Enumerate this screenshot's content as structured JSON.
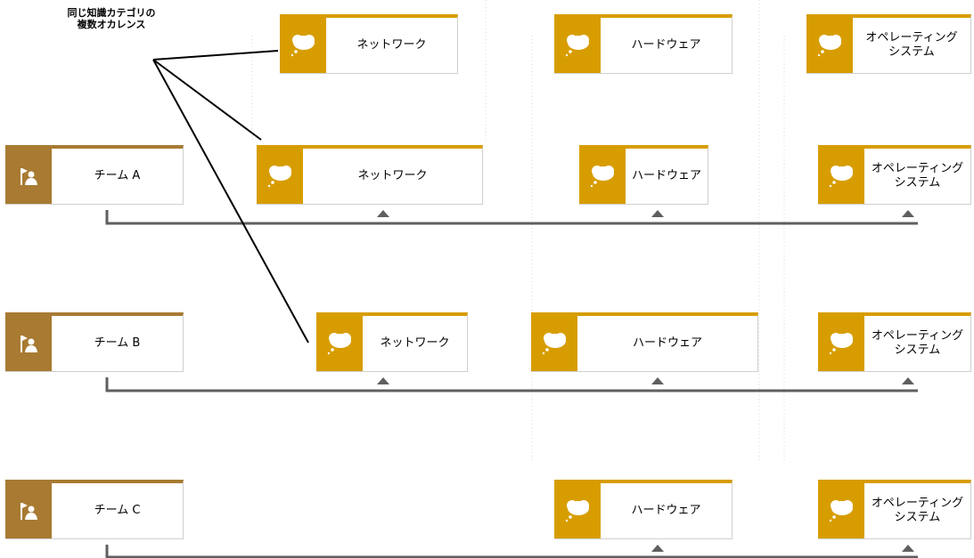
{
  "callout_text": "同じ知識カテゴリの\n複数オカレンス",
  "colors": {
    "knowledge": "#d79d00",
    "team": "#a87a32",
    "connector": "#5f5f5f",
    "pointer": "#000000"
  },
  "icons": {
    "knowledge": "thought-bubble-icon",
    "team": "team-icon"
  },
  "top_row": [
    "ネットワーク",
    "ハードウェア",
    "オペレーティング\nシステム"
  ],
  "rows": [
    {
      "team": "チーム A",
      "categories": [
        "ネットワーク",
        "ハードウェア",
        "オペレーティング\nシステム"
      ]
    },
    {
      "team": "チーム B",
      "categories": [
        "ネットワーク",
        "ハードウェア",
        "オペレーティング\nシステム"
      ]
    },
    {
      "team": "チーム C",
      "categories": [
        "ハードウェア",
        "オペレーティング\nシステム"
      ]
    }
  ]
}
